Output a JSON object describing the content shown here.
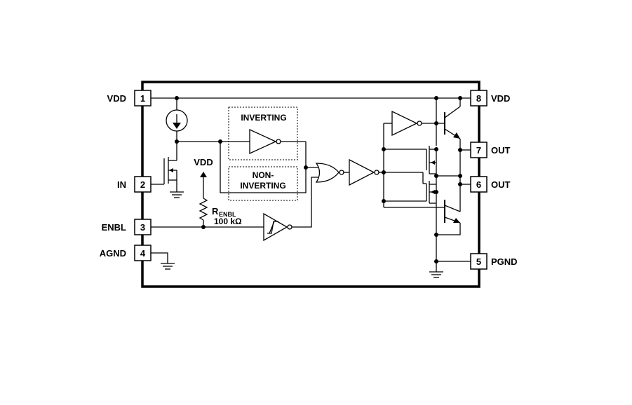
{
  "pins": [
    {
      "num": "1",
      "name": "VDD"
    },
    {
      "num": "2",
      "name": "IN"
    },
    {
      "num": "3",
      "name": "ENBL"
    },
    {
      "num": "4",
      "name": "AGND"
    },
    {
      "num": "5",
      "name": "PGND"
    },
    {
      "num": "6",
      "name": "OUT"
    },
    {
      "num": "7",
      "name": "OUT"
    },
    {
      "num": "8",
      "name": "VDD"
    }
  ],
  "labels": {
    "inverting": "INVERTING",
    "non_inverting_1": "NON-",
    "non_inverting_2": "INVERTING",
    "vdd_internal": "VDD",
    "resistor_name": "R",
    "resistor_sub": "ENBL",
    "resistor_value": "100 kΩ"
  }
}
